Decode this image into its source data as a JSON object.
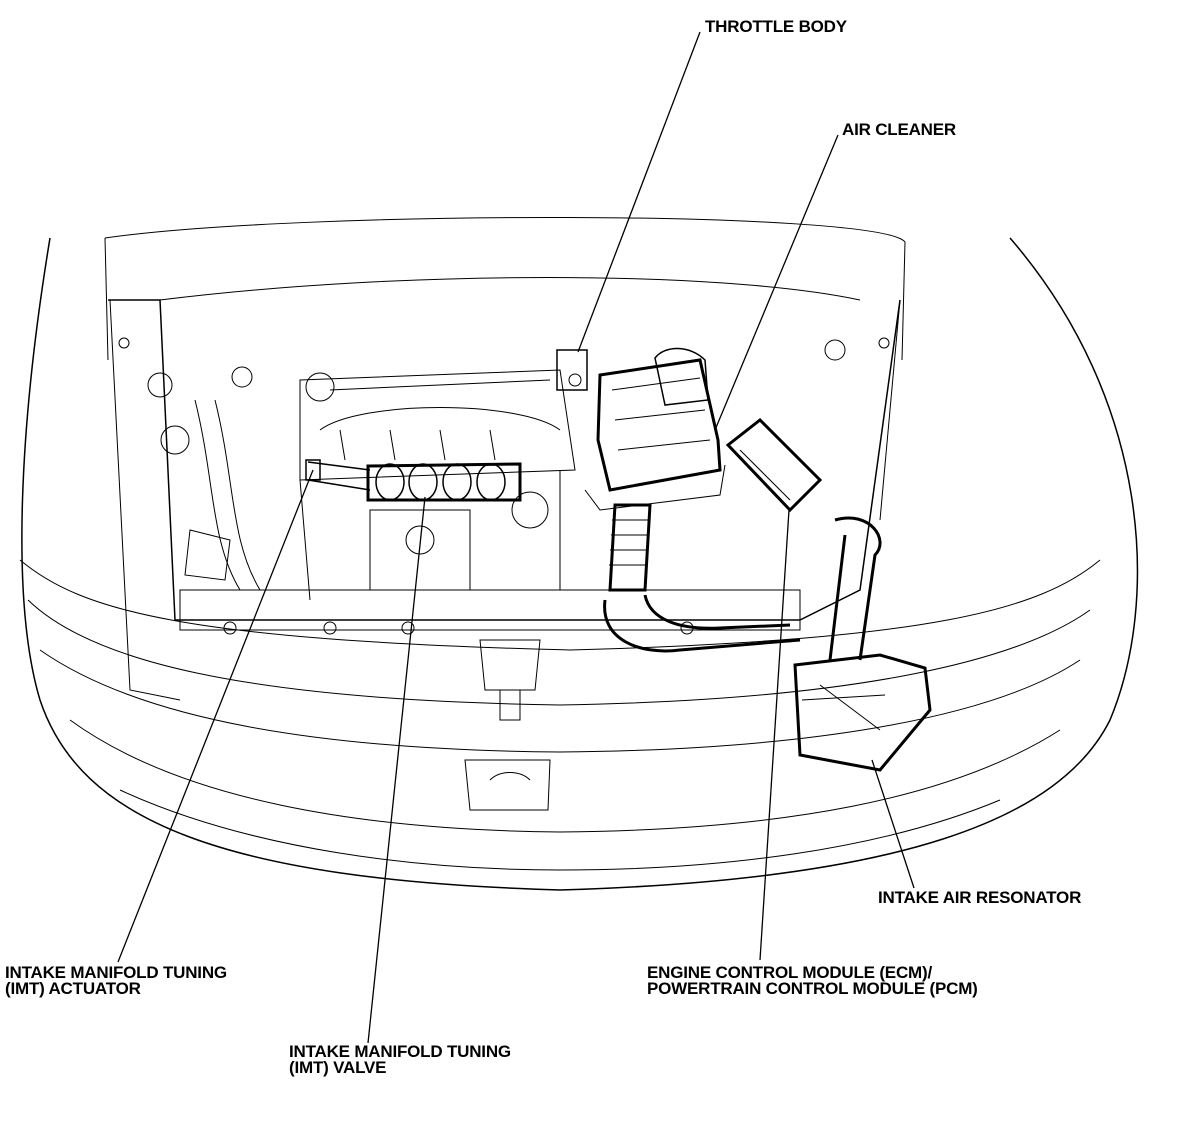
{
  "labels": {
    "throttle_body": "THROTTLE BODY",
    "air_cleaner": "AIR CLEANER",
    "intake_air_resonator": "INTAKE AIR RESONATOR",
    "imt_actuator_line1": "INTAKE MANIFOLD TUNING",
    "imt_actuator_line2": "(IMT) ACTUATOR",
    "ecm_line1": "ENGINE CONTROL MODULE (ECM)/",
    "ecm_line2": "POWERTRAIN CONTROL MODULE (PCM)",
    "imt_valve_line1": "INTAKE MANIFOLD TUNING",
    "imt_valve_line2": "(IMT) VALVE"
  }
}
